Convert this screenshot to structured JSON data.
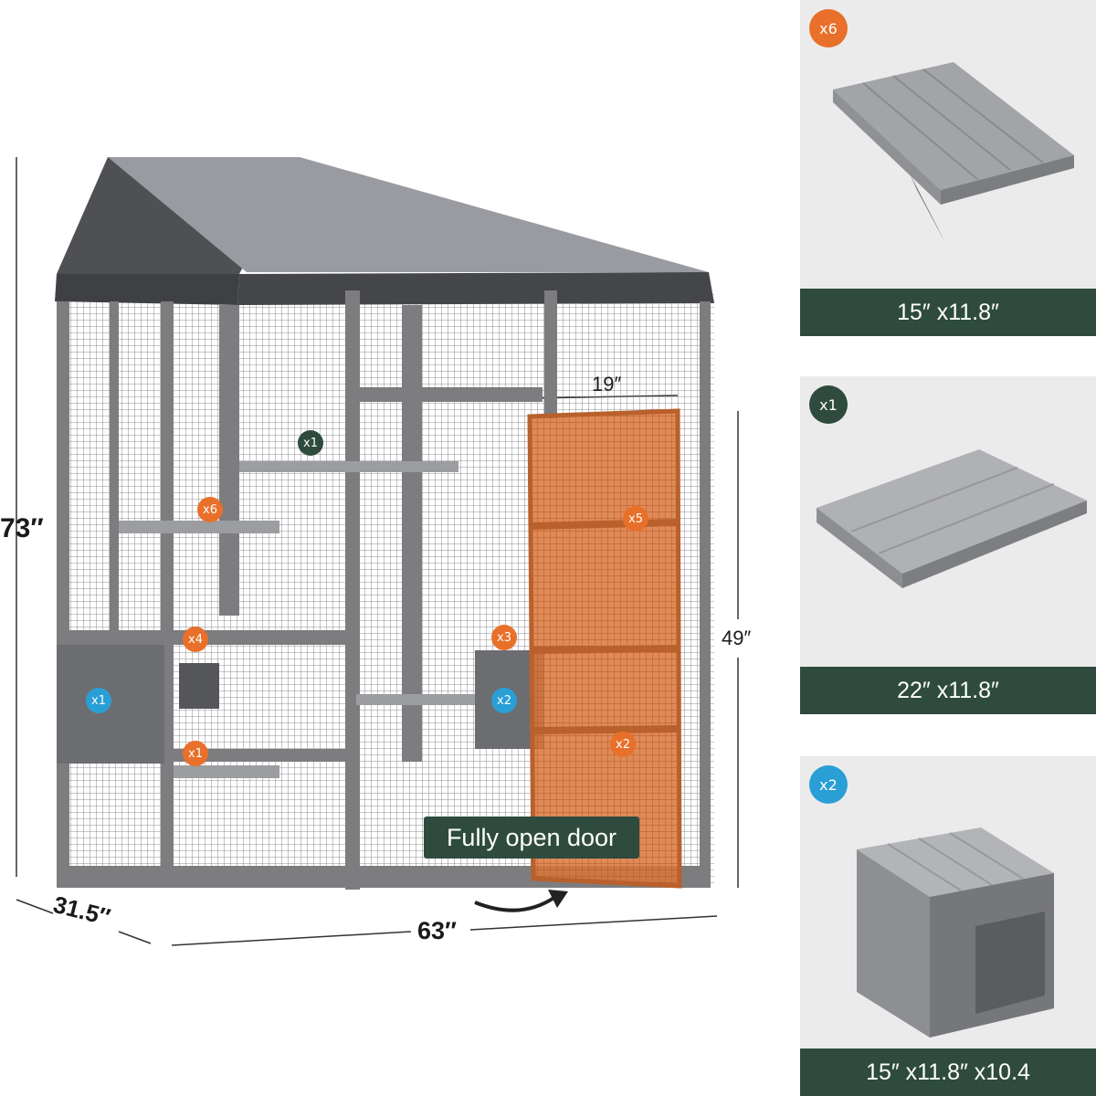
{
  "dimensions": {
    "height": "73″",
    "depth": "31.5″",
    "width": "63″",
    "door_width": "19″",
    "door_height": "49″"
  },
  "door_label": "Fully open door",
  "catio_badges": [
    {
      "text": "x1",
      "color": "#2e4b3e"
    },
    {
      "text": "x6",
      "color": "#e8702a"
    },
    {
      "text": "x5",
      "color": "#e8702a"
    },
    {
      "text": "x4",
      "color": "#e8702a"
    },
    {
      "text": "x3",
      "color": "#e8702a"
    },
    {
      "text": "x1",
      "color": "#2a9fd6"
    },
    {
      "text": "x2",
      "color": "#2a9fd6"
    },
    {
      "text": "x1",
      "color": "#e8702a"
    },
    {
      "text": "x2",
      "color": "#e8702a"
    }
  ],
  "parts": [
    {
      "count": "x6",
      "badge_color": "#e8702a",
      "size": "15″  x11.8″",
      "item": "platform"
    },
    {
      "count": "x1",
      "badge_color": "#2e4b3e",
      "size": "22″  x11.8″",
      "item": "large platform"
    },
    {
      "count": "x2",
      "badge_color": "#2a9fd6",
      "size": "15″  x11.8″  x10.4",
      "item": "cat condo box"
    }
  ],
  "colors": {
    "frame": "#7d7d80",
    "roof": "#55565a",
    "door": "#d9763a",
    "label_bg": "#2e4b3e",
    "card_bg": "#ebebeb"
  }
}
